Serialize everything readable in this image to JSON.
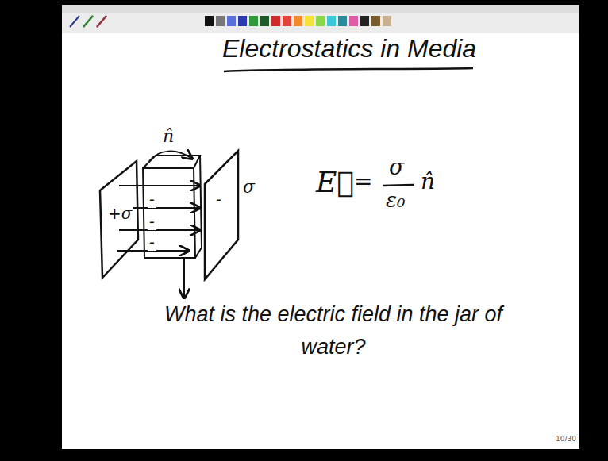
{
  "diagram": {
    "title": "Electrostatics in Media",
    "labels": [
      "+σ",
      "n̂",
      "-",
      "-",
      "-",
      "-",
      "σ",
      "E⃗",
      "=",
      "σ",
      "ε₀",
      "n̂",
      "What is the electric field in the jar of water?",
      "10/30"
    ]
  }
}
